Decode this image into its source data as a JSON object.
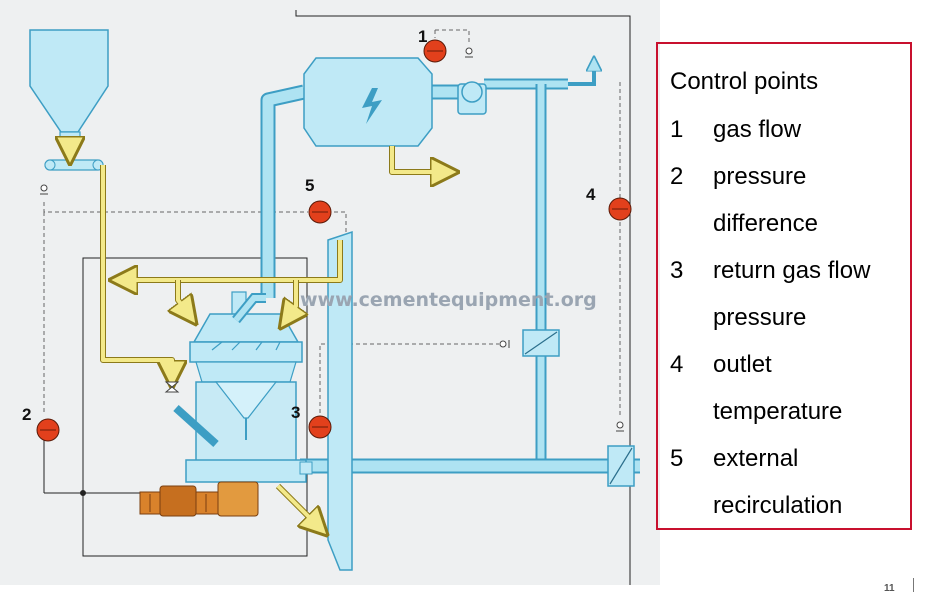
{
  "diagram": {
    "watermark": "www.cementequipment.org",
    "markers": [
      {
        "id": "m1",
        "label": "1"
      },
      {
        "id": "m2",
        "label": "2"
      },
      {
        "id": "m3",
        "label": "3"
      },
      {
        "id": "m4",
        "label": "4"
      },
      {
        "id": "m5",
        "label": "5"
      }
    ]
  },
  "legend": {
    "title": "Control points",
    "items": [
      {
        "num": "1",
        "text": "gas flow"
      },
      {
        "num": "2",
        "text": "pressure difference"
      },
      {
        "num": "3",
        "text": "return gas flow pressure"
      },
      {
        "num": "4",
        "text": "outlet temperature"
      },
      {
        "num": "5",
        "text": "external recirculation"
      }
    ]
  },
  "slide": {
    "number": "11"
  },
  "colors": {
    "panel": "#eef0f1",
    "pipe": "#aee3f2",
    "pipe_outline": "#3d9ec4",
    "equipment": "#bfe9f6",
    "marker_fill": "#e2401c",
    "flow_arrow": "#f3e98a",
    "motor": "#d9822b",
    "legend_border": "#c8102e"
  }
}
